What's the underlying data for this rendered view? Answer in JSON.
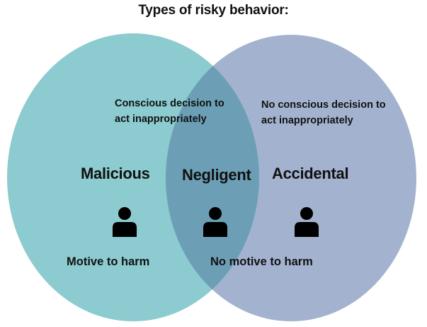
{
  "title": "Types of risky behavior:",
  "left_circle": {
    "label": "Malicious",
    "note": "Conscious decision to act inappropriately",
    "motive": "Motive to harm",
    "color": "#8ccbcf",
    "icon": "person-icon"
  },
  "overlap": {
    "label": "Negligent",
    "color": "#6c9fb6",
    "icon": "person-icon"
  },
  "right_circle": {
    "label": "Accidental",
    "note": "No conscious decision to act inappropriately",
    "motive": "No motive to harm",
    "color": "#a3b3cf",
    "icon": "person-icon"
  }
}
